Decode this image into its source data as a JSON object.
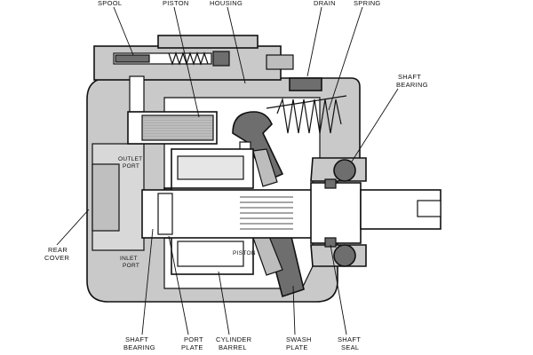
{
  "labels": {
    "spool": "SPOOL",
    "piston_top": "PISTON",
    "housing": "HOUSING",
    "drain": "DRAIN",
    "spring": "SPRING",
    "shaft_bearing_right_1": "SHAFT",
    "shaft_bearing_right_2": "BEARING",
    "outlet_port_1": "OUTLET",
    "outlet_port_2": "PORT",
    "inlet_port_1": "INLET",
    "inlet_port_2": "PORT",
    "piston_inner": "PISTON",
    "rear_cover_1": "REAR",
    "rear_cover_2": "COVER",
    "shaft_bearing_bottom_1": "SHAFT",
    "shaft_bearing_bottom_2": "BEARING",
    "port_plate_1": "PORT",
    "port_plate_2": "PLATE",
    "cylinder_barrel_1": "CYLINDER",
    "cylinder_barrel_2": "BARREL",
    "swash_plate_1": "SWASH",
    "swash_plate_2": "PLATE",
    "shaft_seal_1": "SHAFT",
    "shaft_seal_2": "SEAL"
  },
  "colors": {
    "housing_fill": "#c9c9c9",
    "dark_fill": "#6e6e6e",
    "light_fill": "#e6e6e6",
    "outline": "#111111"
  }
}
